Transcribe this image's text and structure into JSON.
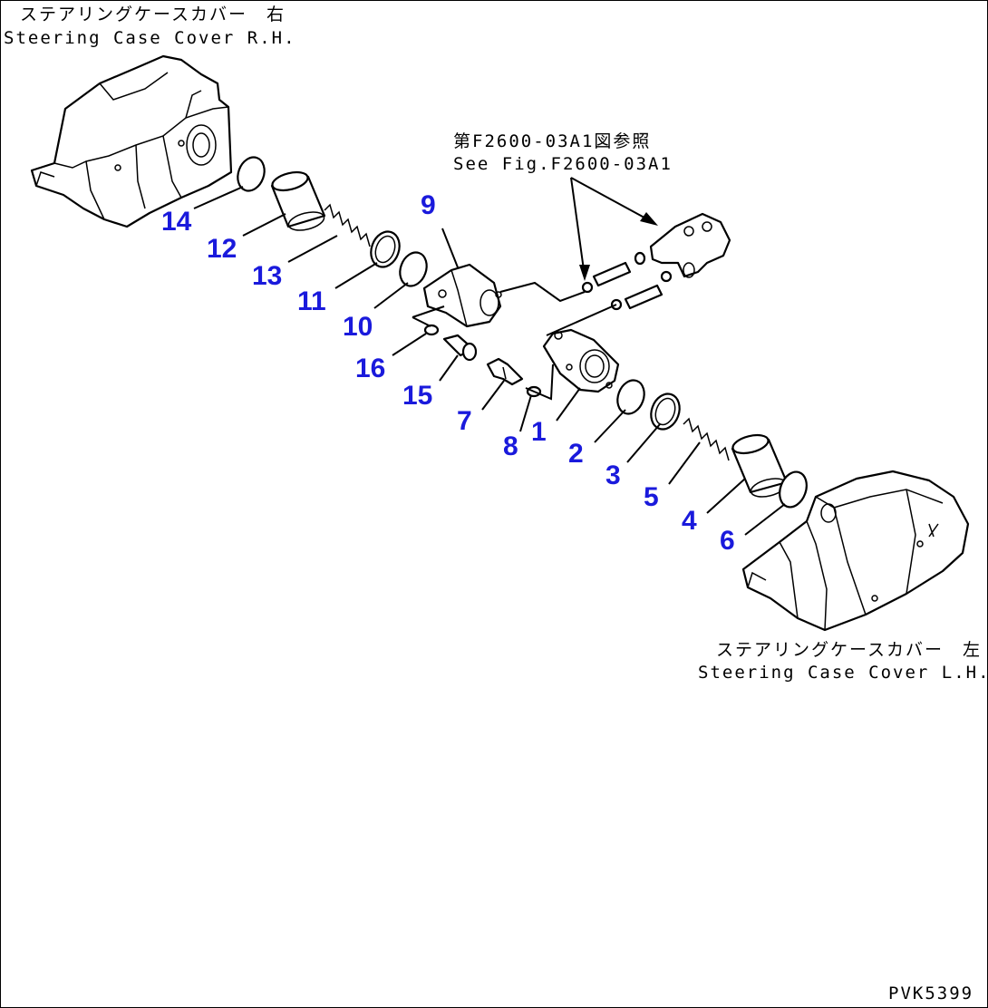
{
  "captions": {
    "rh_jp": "ステアリングケースカバー　右",
    "rh_en": "Steering Case Cover R.H.",
    "ref_jp": "第F2600-03A1図参照",
    "ref_en": "See Fig.F2600-03A1",
    "lh_jp": "ステアリングケースカバー　左",
    "lh_en": "Steering Case Cover L.H.",
    "code": "PVK5399"
  },
  "part_numbers": [
    "14",
    "12",
    "13",
    "11",
    "10",
    "9",
    "16",
    "15",
    "7",
    "8",
    "1",
    "2",
    "3",
    "5",
    "4",
    "6"
  ]
}
